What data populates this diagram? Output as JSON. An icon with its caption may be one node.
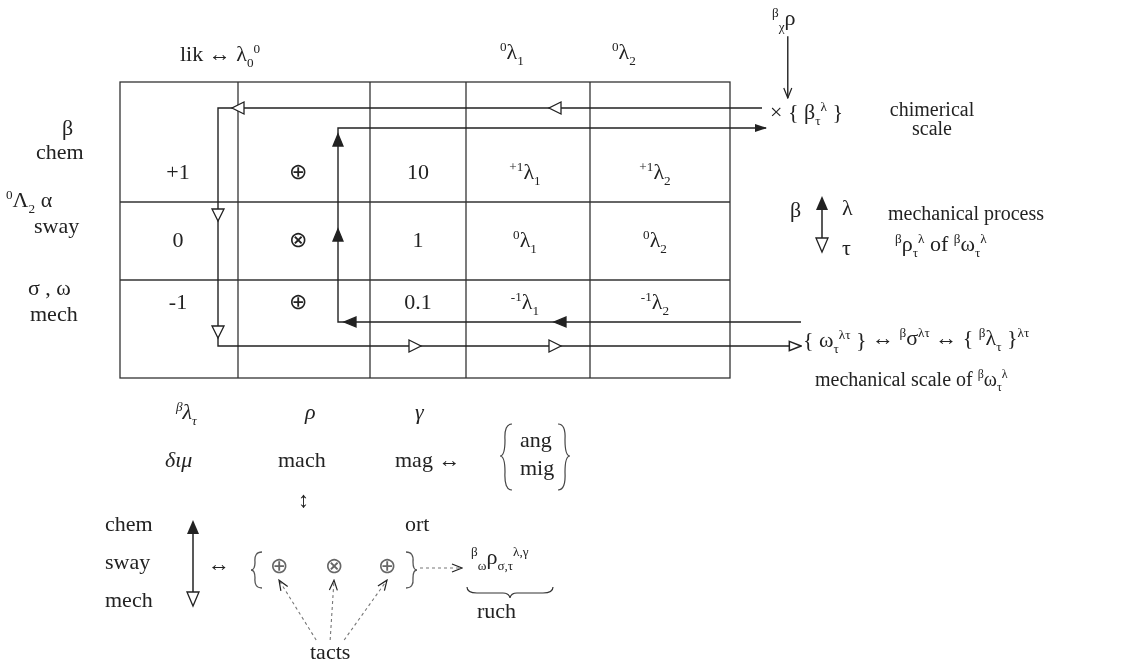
{
  "diagram": {
    "nodes": [
      {
        "text": [
          "$^{β}$$_{χ}$ρ"
        ]
      },
      {
        "text": [
          "× { β$_{τ}$$^{λ}$ }"
        ]
      },
      {
        "text": [
          "{ ω$_{τ}$$^{λτ}$ }"
        ]
      },
      {
        "text": [],
        "shape": "braces"
      },
      {
        "text": [
          "⊕"
        ],
        "in": 3
      },
      {
        "text": [
          "⊗"
        ],
        "in": 3
      },
      {
        "text": [
          "⊕"
        ],
        "in": 3
      },
      {
        "text": [
          "$^{β}$$_{ω}$ρ$_{σ,τ}$$^{λ,γ}$",
          "ruch"
        ]
      },
      {
        "text": [
          "tacts"
        ]
      }
    ],
    "edges": [
      {
        "from": 0,
        "to": 1,
        "arrow": "to"
      },
      {
        "from": 1,
        "to": 2,
        "arrow": "to"
      },
      {
        "from": 2,
        "to": 1,
        "arrow": "to"
      },
      {
        "from": 3,
        "to": 7,
        "arrow": "to",
        "style": "dashed"
      },
      {
        "from": 8,
        "to": 4,
        "arrow": "to",
        "style": "dashed"
      },
      {
        "from": 8,
        "to": 5,
        "arrow": "to",
        "style": "dashed"
      },
      {
        "from": 8,
        "to": 6,
        "arrow": "to",
        "style": "dashed"
      }
    ],
    "labels": [
      "lik ↔ λ$_{0}$$^{0}$",
      "$^{0}$λ$_{1}$",
      "$^{0}$λ$_{2}$",
      "β",
      "chem",
      "$^{0}$Λ$_{2}$ α",
      "sway",
      "σ , ω",
      "mech",
      "+1",
      "⊕",
      "10",
      "$^{+1}$λ$_{1}$",
      "$^{+1}$λ$_{2}$",
      "0",
      "⊗",
      "1",
      "$^{0}$λ$_{1}$",
      "$^{0}$λ$_{2}$",
      "-1",
      "⊕",
      "0.1",
      "$^{-1}$λ$_{1}$",
      "$^{-1}$λ$_{2}$",
      "chimerical scale",
      "β",
      "λ",
      "τ",
      "mechanical process",
      "$^{β}$ρ$_{τ}$$^{λ}$ of $^{β}$ω$_{τ}$$^{λ}$",
      "↔ $^{β}$σ$^{λτ}$ ↔ { $^{β}$λ$_{τ}$ }$^{λτ}$",
      "mechanical scale of $^{β}$ω$_{τ}$$^{λ}$",
      "$^{β}$λ$_{τ}$",
      "ρ",
      "γ",
      "διμ",
      "mach",
      "mag ↔",
      "ang",
      "mig",
      "↕",
      "chem",
      "ort",
      "sway",
      "mech",
      "↔"
    ]
  }
}
